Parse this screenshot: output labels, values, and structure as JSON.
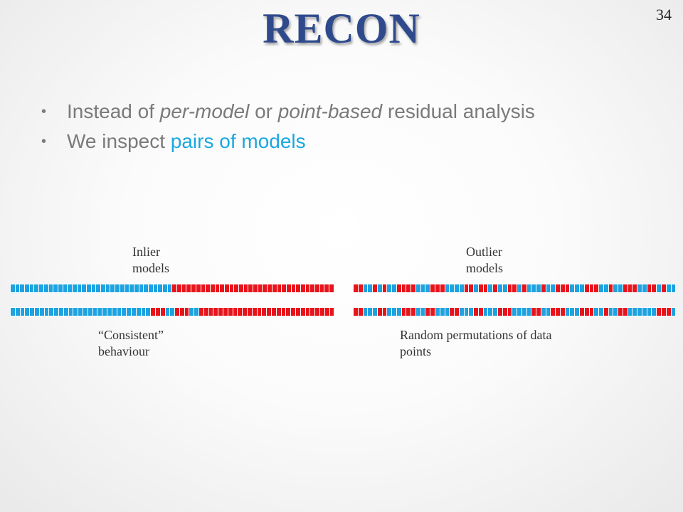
{
  "slide": {
    "title": "RECON",
    "page_number": "34"
  },
  "bullets": [
    {
      "parts": [
        "Instead of ",
        "per-model",
        " or ",
        "point-based",
        " residual analysis"
      ]
    },
    {
      "parts": [
        "We inspect ",
        "pairs of models"
      ]
    }
  ],
  "diagram": {
    "colors": {
      "inlier_blue": "#1ea3e0",
      "outlier_red": "#e8141c"
    },
    "left": {
      "label_top": "Inlier\nmodels",
      "label_bottom": "“Consistent”\nbehaviour",
      "strip_top": "bbbbbbbbbbbbbbbbbbbbbbbbbbbbbbbbbbrrrrrrrrrrrrrrrrrrrrrrrrrrrrrrrrrr",
      "strip_bottom": "bbbbbbbbbbbbbbbbbbbbbbbbbbbbbrrrbbrrrbbrrrrrrrrrrrrrrrrrrrrrrrrrrrr"
    },
    "right": {
      "label_top": "Outlier\nmodels",
      "label_bottom": "Random permutations of data\npoints",
      "strip_top": "rrbbrbrbbrrrrbbbrrrbbbbrrbrrbrbbrrbrbbbrbbrrrbbbrrrbbrbbrrrbbrrbrbb",
      "strip_bottom": "rrbbbrrbbbrrrbbrrbbbrrbbbrrbbbrrrbbbbrrbbrrrbbbrrrbbrbbrrbbbbbbrrrb"
    }
  }
}
